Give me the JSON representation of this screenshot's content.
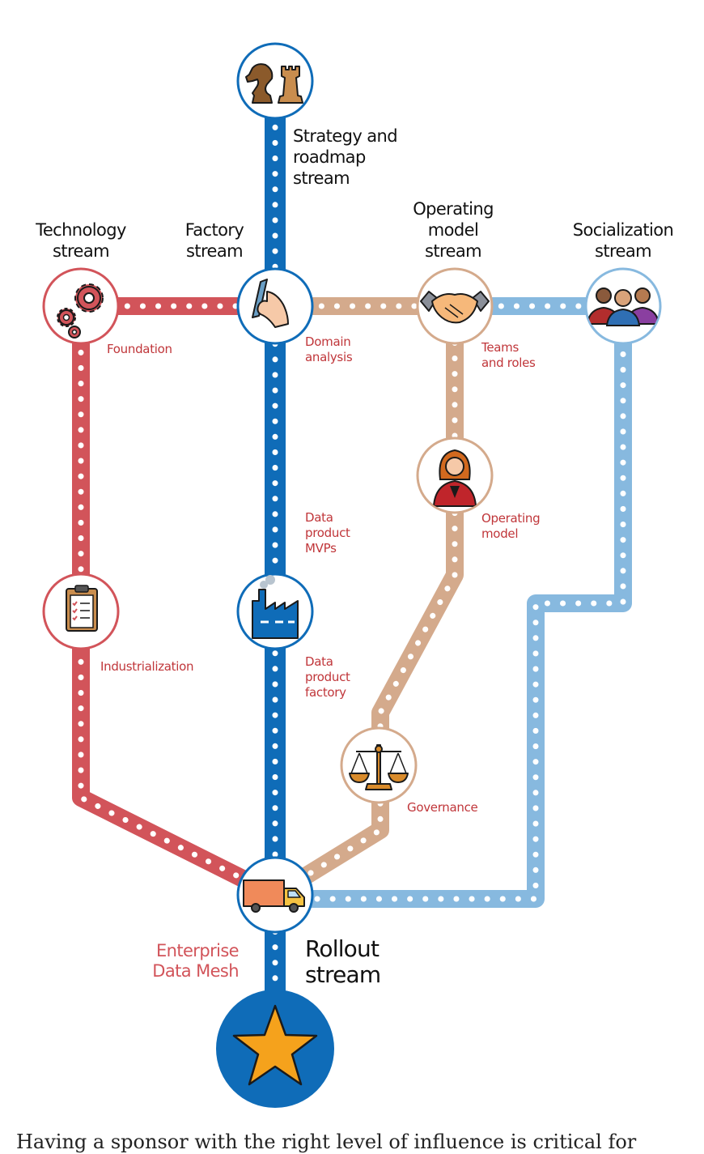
{
  "colors": {
    "strategy_factory_rollout": "#0f6cb8",
    "technology": "#d2545a",
    "operating_model": "#d4aa8c",
    "socialization": "#87b9df",
    "station_label": "#c0363a",
    "star": "#f5a21c"
  },
  "streams": {
    "strategy": "Strategy and\nroadmap\nstream",
    "technology": "Technology\nstream",
    "factory": "Factory\nstream",
    "operating_model": "Operating\nmodel\nstream",
    "socialization": "Socialization\nstream",
    "rollout": "Rollout\nstream"
  },
  "stations": {
    "foundation": "Foundation",
    "domain_analysis": "Domain\nanalysis",
    "teams_and_roles": "Teams\nand roles",
    "data_product_mvps": "Data\nproduct\nMVPs",
    "operating_model": "Operating\nmodel",
    "industrialization": "Industrialization",
    "data_product_factory": "Data\nproduct\nfactory",
    "governance": "Governance"
  },
  "destination": "Enterprise\nData Mesh",
  "icons": [
    "chess-icon",
    "gears-icon",
    "hand-pen-icon",
    "handshake-icon",
    "team-icon",
    "person-icon",
    "clipboard-icon",
    "factory-icon",
    "scales-icon",
    "truck-icon",
    "star-icon"
  ],
  "caption": "Having a sponsor with the right level of influence is critical for"
}
